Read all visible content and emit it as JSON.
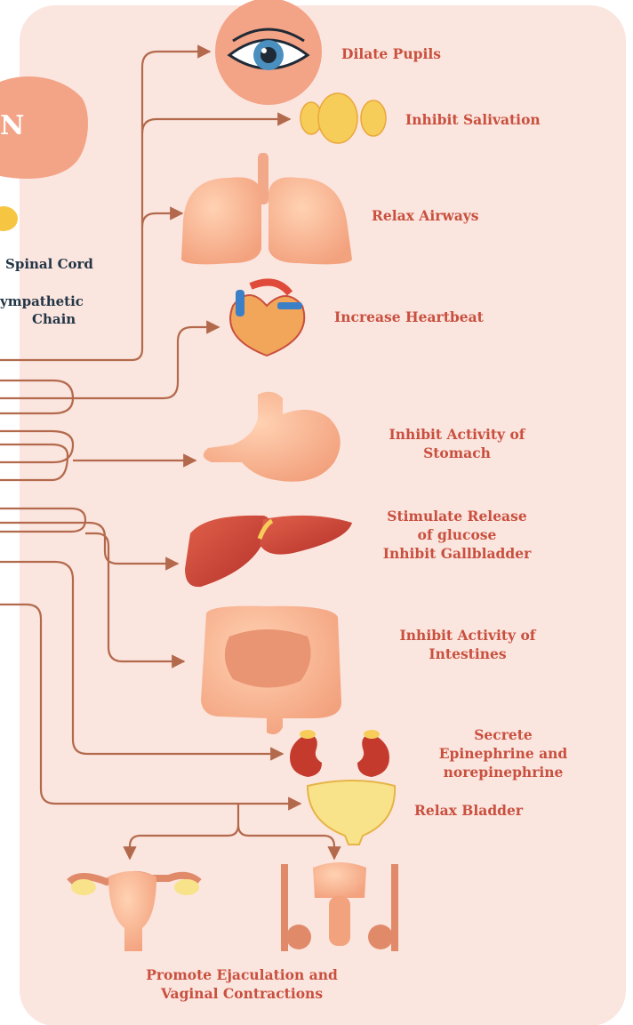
{
  "colors": {
    "panel": "#fbe5df",
    "line": "#b36a4c",
    "label": "#c9503e",
    "side_text": "#233646"
  },
  "left_panel": {
    "brain_partial": "N",
    "spinal_cord": "Spinal Cord",
    "chain_line1": "ympathetic",
    "chain_line2": "Chain"
  },
  "effects": {
    "dilate_pupils": "Dilate Pupils",
    "inhibit_salivation": "Inhibit Salivation",
    "relax_airways": "Relax Airways",
    "increase_heartbeat": "Increase Heartbeat",
    "stomach_l1": "Inhibit Activity of",
    "stomach_l2": "Stomach",
    "liver_l1": "Stimulate Release",
    "liver_l2": "of glucose",
    "liver_l3": "Inhibit Gallbladder",
    "intestines_l1": "Inhibit Activity of",
    "intestines_l2": "Intestines",
    "adrenal_l1": "Secrete",
    "adrenal_l2": "Epinephrine and",
    "adrenal_l3": "norepinephrine",
    "relax_bladder": "Relax Bladder",
    "reproductive_l1": "Promote Ejaculation and",
    "reproductive_l2": "Vaginal Contractions"
  }
}
